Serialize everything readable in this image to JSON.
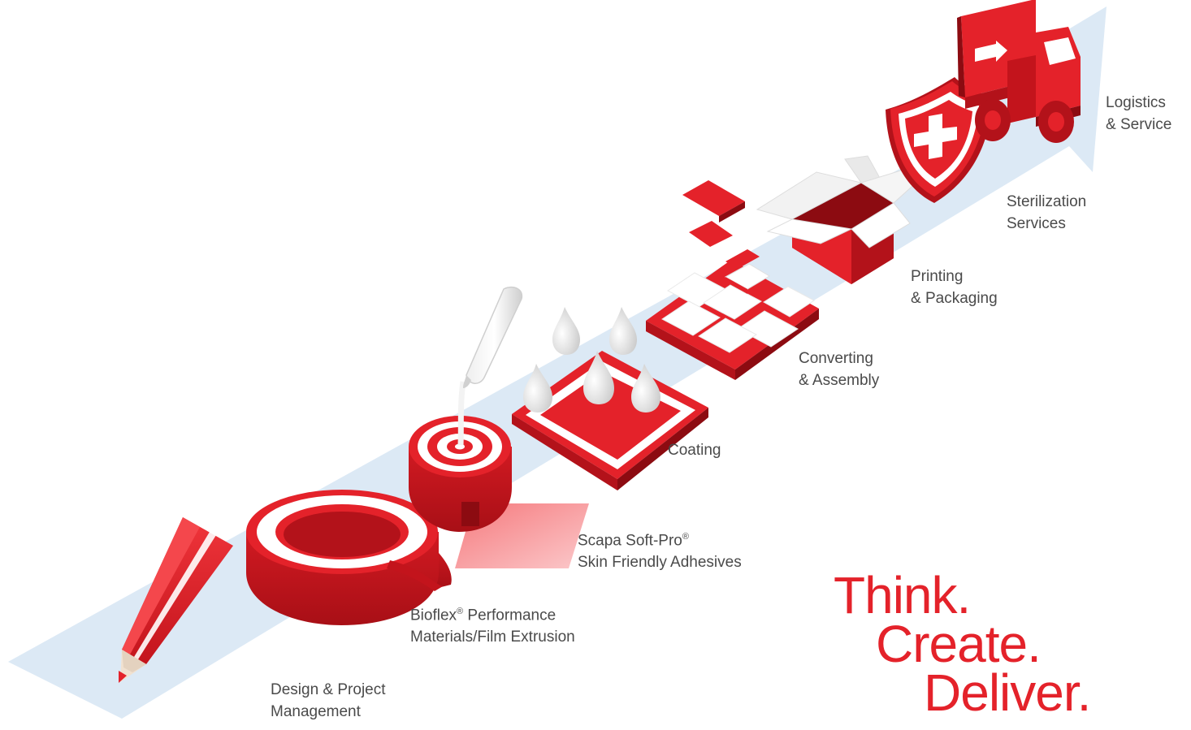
{
  "colors": {
    "brand_red": "#e4222a",
    "dark_red": "#b3121a",
    "path_blue": "#dce9f5",
    "label_gray": "#4a4a4a"
  },
  "steps": [
    {
      "id": "design",
      "line1": "Design & Project",
      "line2": "Management",
      "icon": "pencil-icon"
    },
    {
      "id": "bioflex",
      "line1a": "Bioflex",
      "line1b": "®",
      "line1c": " Performance",
      "line2": "Materials/Film Extrusion",
      "icon": "tape-roll-icon"
    },
    {
      "id": "softpro",
      "line1a": "Scapa Soft-Pro",
      "line1b": "®",
      "line2": "Skin Friendly Adhesives",
      "icon": "adhesive-roll-icon"
    },
    {
      "id": "coating",
      "line1": "Coating",
      "icon": "droplets-icon"
    },
    {
      "id": "converting",
      "line1": "Converting",
      "line2": "& Assembly",
      "icon": "die-cut-tiles-icon"
    },
    {
      "id": "printing",
      "line1": "Printing",
      "line2": "& Packaging",
      "icon": "open-box-icon"
    },
    {
      "id": "sterilization",
      "line1": "Sterilization",
      "line2": "Services",
      "icon": "shield-cross-icon"
    },
    {
      "id": "logistics",
      "line1": "Logistics",
      "line2": "& Service",
      "icon": "truck-icon"
    }
  ],
  "tagline": {
    "think": "Think.",
    "create": "Create.",
    "deliver": "Deliver."
  }
}
